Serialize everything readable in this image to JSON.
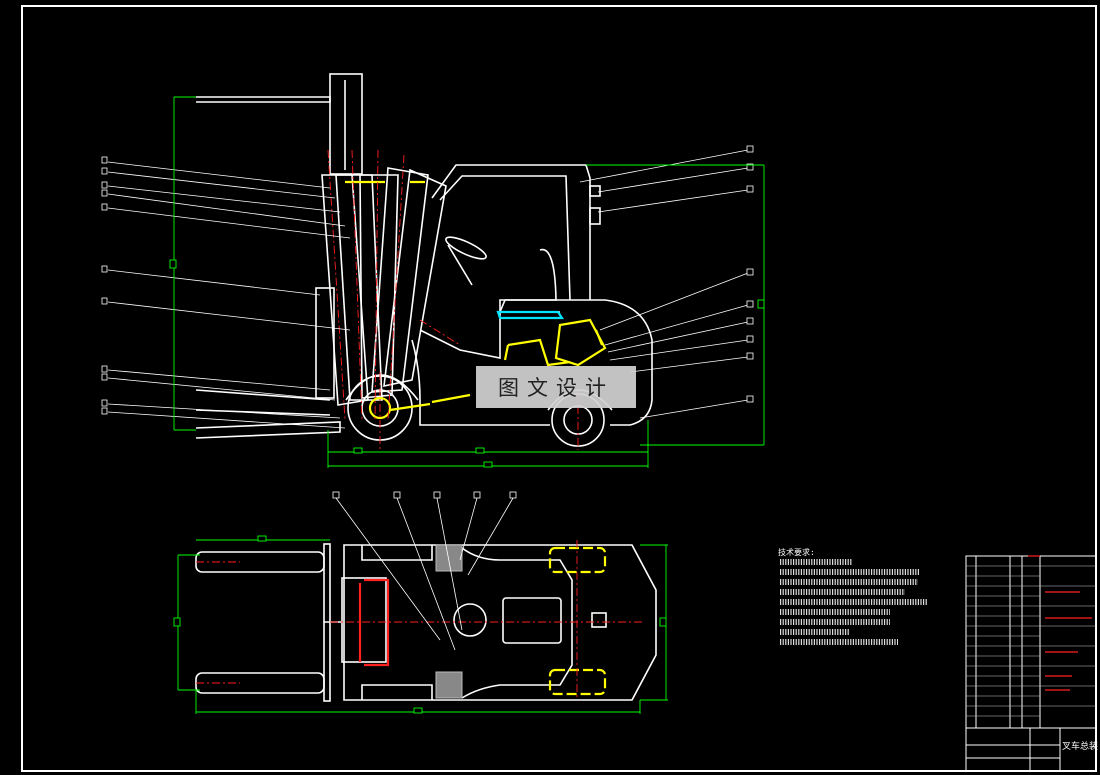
{
  "watermark": {
    "text": "图文设计"
  },
  "notes": {
    "title": "技术要求:"
  },
  "title_block": {
    "stamp": "叉车总装"
  },
  "colors": {
    "background": "#000000",
    "outline": "#ffffff",
    "dimension": "#00ff00",
    "center_line": "#ff2020",
    "highlight": "#ffff00",
    "accent": "#00e5ff"
  }
}
